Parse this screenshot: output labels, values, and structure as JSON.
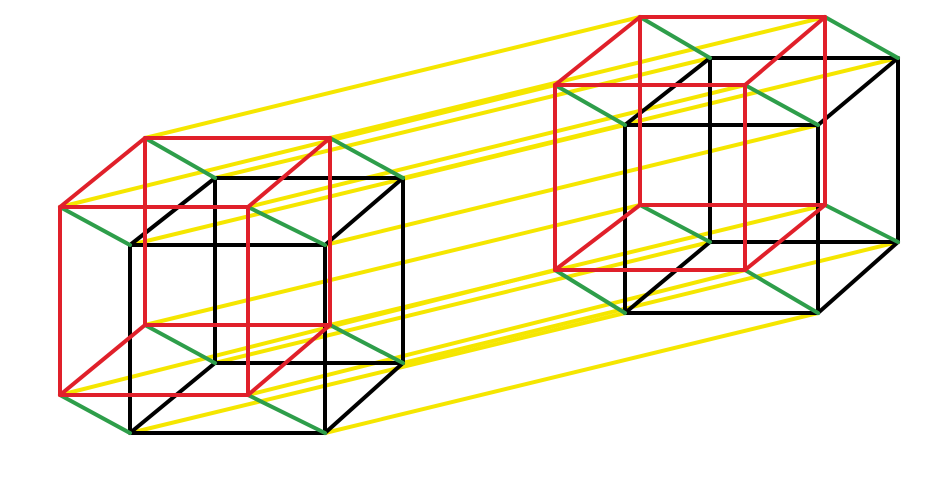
{
  "diagram": {
    "description_type": "wireframe",
    "colors": {
      "background": "#ffffff",
      "red": "#e0202a",
      "green": "#2e9e4a",
      "black": "#000000",
      "yellow": "#f5e600"
    },
    "color_groups": [
      "red",
      "green",
      "black",
      "yellow"
    ]
  }
}
